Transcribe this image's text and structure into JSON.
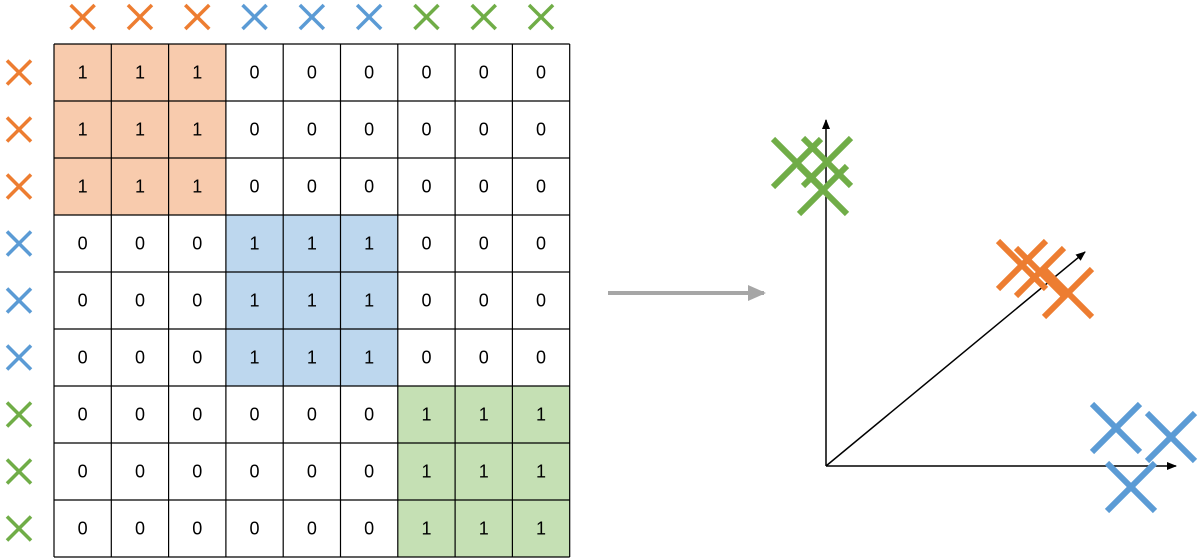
{
  "colors": {
    "orange": "#ED7D31",
    "blue": "#5B9BD5",
    "green": "#70AD47",
    "orange_fill": "#F8CBAD",
    "blue_fill": "#BDD7EE",
    "green_fill": "#C5E0B4",
    "grid_line": "#000000",
    "arrow_gray": "#A6A6A6",
    "axis": "#000000"
  },
  "marker_icon": "cross-mark",
  "header_markers": [
    "orange",
    "orange",
    "orange",
    "blue",
    "blue",
    "blue",
    "green",
    "green",
    "green"
  ],
  "row_markers": [
    "orange",
    "orange",
    "orange",
    "blue",
    "blue",
    "blue",
    "green",
    "green",
    "green"
  ],
  "matrix": [
    [
      "1",
      "1",
      "1",
      "0",
      "0",
      "0",
      "0",
      "0",
      "0"
    ],
    [
      "1",
      "1",
      "1",
      "0",
      "0",
      "0",
      "0",
      "0",
      "0"
    ],
    [
      "1",
      "1",
      "1",
      "0",
      "0",
      "0",
      "0",
      "0",
      "0"
    ],
    [
      "0",
      "0",
      "0",
      "1",
      "1",
      "1",
      "0",
      "0",
      "0"
    ],
    [
      "0",
      "0",
      "0",
      "1",
      "1",
      "1",
      "0",
      "0",
      "0"
    ],
    [
      "0",
      "0",
      "0",
      "1",
      "1",
      "1",
      "0",
      "0",
      "0"
    ],
    [
      "0",
      "0",
      "0",
      "0",
      "0",
      "0",
      "1",
      "1",
      "1"
    ],
    [
      "0",
      "0",
      "0",
      "0",
      "0",
      "0",
      "1",
      "1",
      "1"
    ],
    [
      "0",
      "0",
      "0",
      "0",
      "0",
      "0",
      "1",
      "1",
      "1"
    ]
  ],
  "embedding_clusters": [
    {
      "group": "green",
      "count": 3,
      "axis": "vertical"
    },
    {
      "group": "orange",
      "count": 3,
      "axis": "diagonal"
    },
    {
      "group": "blue",
      "count": 3,
      "axis": "horizontal"
    }
  ]
}
